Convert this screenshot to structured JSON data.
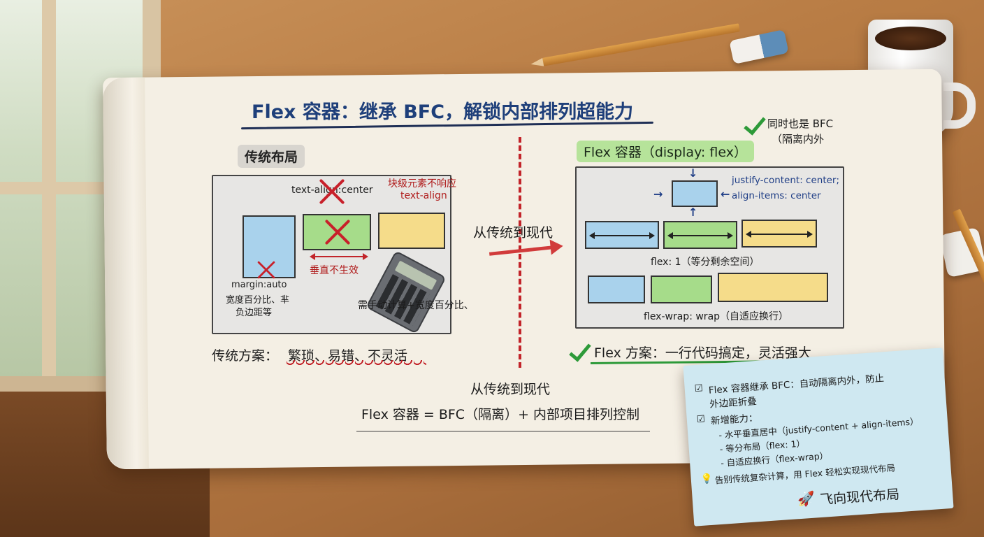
{
  "title": "Flex 容器：继承 BFC，解锁内部排列超能力",
  "left": {
    "header": "传统布局",
    "text_align_label": "text-align:center",
    "block_note_line1": "块级元素不响应",
    "block_note_line2": "text-align",
    "vertical_label": "垂直不生效",
    "margin_line1": "margin:auto",
    "margin_line2": "宽度百分比、芈",
    "margin_line3": "负边距等",
    "manual_calc": "需手动计算+宽度百分比、",
    "conclusion_prefix": "传统方案：",
    "conclusion_issues": "繁琐、易错、不灵活"
  },
  "transition_label": "从传统到现代",
  "right": {
    "header": "Flex 容器（display: flex）",
    "bfc_note_line1": "同时也是 BFC",
    "bfc_note_line2": "（隔离内外",
    "center_line1": "justify-content: center;",
    "center_line2": "align-items: center",
    "flex1_label": "flex: 1（等分剩余空间）",
    "wrap_label": "flex-wrap: wrap（自适应换行）",
    "conclusion": "Flex 方案：一行代码搞定，灵活强大"
  },
  "summary": {
    "line1": "从传统到现代",
    "line2": "Flex 容器 = BFC（隔离）+ 内部项目排列控制"
  },
  "sticky": {
    "item1_line1": "Flex 容器继承 BFC：自动隔离内外，防止",
    "item1_line2": "外边距折叠",
    "item2_title": "新增能力：",
    "item2_sub1": "- 水平垂直居中（justify-content + align-items）",
    "item2_sub2": "- 等分布局（flex: 1）",
    "item2_sub3": "- 自适应换行（flex-wrap）",
    "tip": "告别传统复杂计算，用 Flex 轻松实现现代布局",
    "footer": "飞向现代布局"
  },
  "colors": {
    "title": "#1e3f7a",
    "accent_red": "#c2242a",
    "accent_green": "#2d9a39",
    "box_blue": "#a9d2ec",
    "box_green": "#a6dc8a",
    "box_yellow": "#f5dc8a",
    "sticky": "#cfe8f1"
  },
  "icons": [
    "x-mark-icon",
    "check-icon",
    "calculator-icon",
    "rocket-icon",
    "lightbulb-icon",
    "checkbox-icon"
  ]
}
